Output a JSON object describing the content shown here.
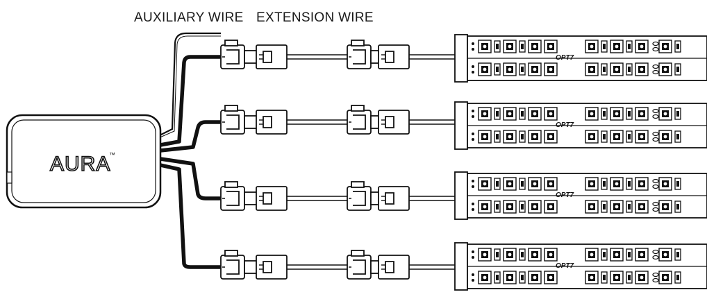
{
  "labels": {
    "auxiliary_wire": "AUXILIARY WIRE",
    "extension_wire": "EXTENSION WIRE"
  },
  "controller": {
    "name": "AURA",
    "trademark": "™"
  },
  "light_bar": {
    "brand": "OPT7",
    "count": 4
  },
  "colors": {
    "line": "#111111",
    "background": "#ffffff"
  }
}
